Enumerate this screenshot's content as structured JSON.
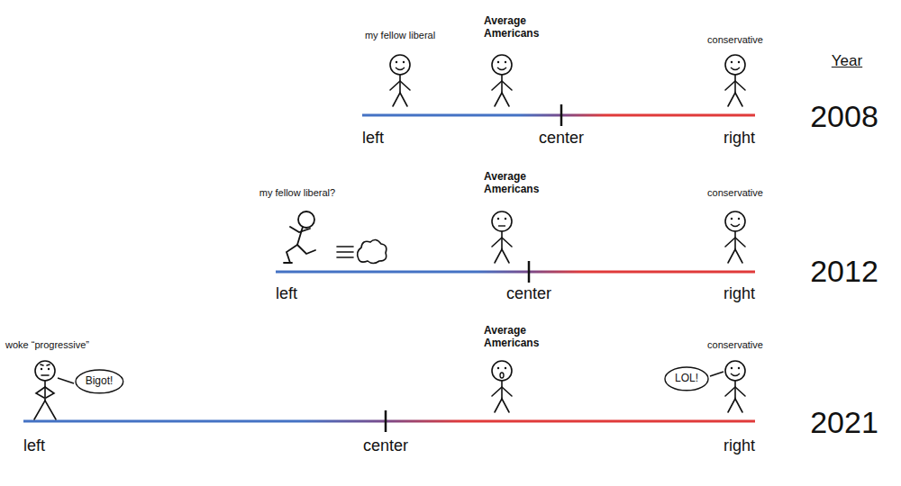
{
  "diagram": {
    "nodes": [
      {
        "text": [
          "Bigot!"
        ]
      },
      {
        "text": [
          "LOL!"
        ]
      }
    ],
    "labels": [
      "my fellow liberal",
      "Average Americans",
      "conservative",
      "Year",
      "2008",
      "left",
      "center",
      "right",
      "my fellow liberal?",
      "Average Americans",
      "conservative",
      "2012",
      "left",
      "center",
      "right",
      "woke “progressive”",
      "Average Americans",
      "conservative",
      "2021",
      "left",
      "center",
      "right"
    ]
  }
}
